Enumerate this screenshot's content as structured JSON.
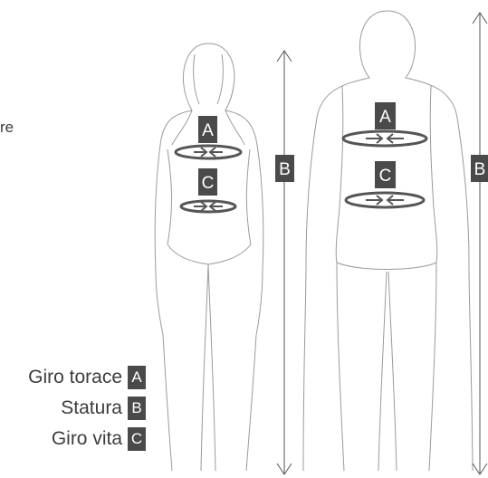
{
  "partial_label": "re",
  "legend": [
    {
      "label": "Giro torace",
      "key": "A"
    },
    {
      "label": "Statura",
      "key": "B"
    },
    {
      "label": "Giro vita",
      "key": "C"
    }
  ],
  "markers": {
    "chest": "A",
    "height": "B",
    "waist": "C"
  }
}
